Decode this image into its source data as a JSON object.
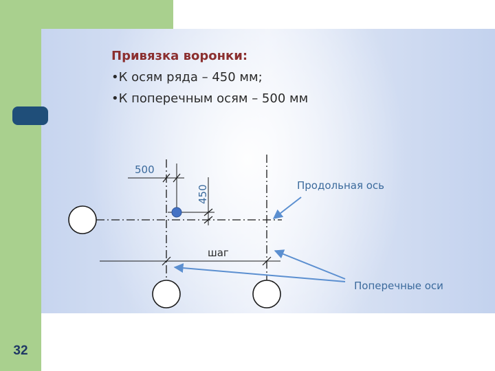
{
  "slide": {
    "number": "32"
  },
  "heading": {
    "title": "Привязка воронки:",
    "bullets": [
      "•К осям ряда – 450 мм;",
      "•К поперечным  осям – 500 мм"
    ]
  },
  "diagram": {
    "dim_500": "500",
    "dim_450": "450",
    "step_label": "шаг",
    "longitudinal_axis_label": "Продольная ось",
    "transverse_axes_label": "Поперечные оси"
  },
  "colors": {
    "accent_green": "#a9d08e",
    "tab_blue": "#1f4e79",
    "title_red": "#8b2f2f",
    "label_blue": "#3b6a9c",
    "arrow_blue": "#5b8fd0",
    "funnel_blue": "#4472c4"
  }
}
